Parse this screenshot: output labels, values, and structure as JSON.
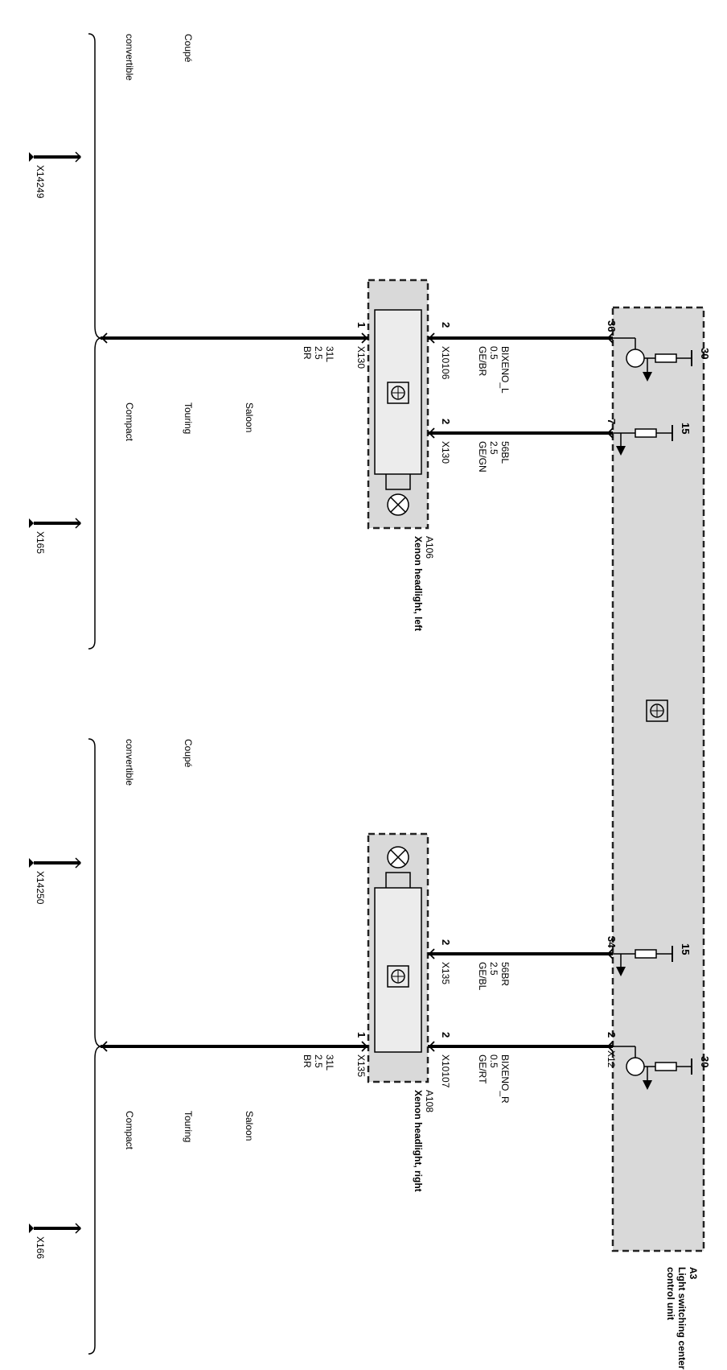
{
  "colors": {
    "line": "#000000",
    "dashed_box": "#222222",
    "module_fill": "#d9d9d9",
    "inner_fill": "#ececec"
  },
  "control_unit": {
    "id": "A3",
    "name_line1": "Light switching center",
    "name_line2": "control unit",
    "connector": "X12",
    "pins": {
      "bixeno_l": "36",
      "term15_left": "7",
      "term15_right": "34",
      "bixeno_r": "2"
    },
    "terminal_30": "30",
    "terminal_15": "15"
  },
  "headlight_left": {
    "id": "A106",
    "name": "Xenon headlight, left",
    "pin_ground": "1",
    "pin_bixeno": "2",
    "pin_56": "2",
    "conn_ground": "X130",
    "conn_bixeno": "X10106",
    "conn_56": "X130"
  },
  "headlight_right": {
    "id": "A108",
    "name": "Xenon headlight, right",
    "pin_ground": "1",
    "pin_bixeno": "2",
    "pin_56": "2",
    "conn_ground": "X135",
    "conn_bixeno": "X10107",
    "conn_56": "X135"
  },
  "wires": {
    "bixeno_l": {
      "name": "BIXENO_L",
      "size": "0.5",
      "color": "GE/BR"
    },
    "w56_left": {
      "name": "56BL",
      "size": "2.5",
      "color": "GE/GN"
    },
    "ground_left": {
      "name": "31L",
      "size": "2.5",
      "color": "BR"
    },
    "w56_right": {
      "name": "56BR",
      "size": "2.5",
      "color": "GE/BL"
    },
    "bixeno_r": {
      "name": "BIXENO_R",
      "size": "0.5",
      "color": "GE/RT"
    },
    "ground_right": {
      "name": "31L",
      "size": "2.5",
      "color": "BR"
    }
  },
  "ground_points": {
    "left_upper": "X14249",
    "left_lower": "X165",
    "right_upper": "X14250",
    "right_lower": "X166"
  },
  "variants_upper": {
    "coupe": "Coupé",
    "convertible": "convertible"
  },
  "variants_lower": {
    "saloon": "Saloon",
    "touring": "Touring",
    "compact": "Compact"
  }
}
